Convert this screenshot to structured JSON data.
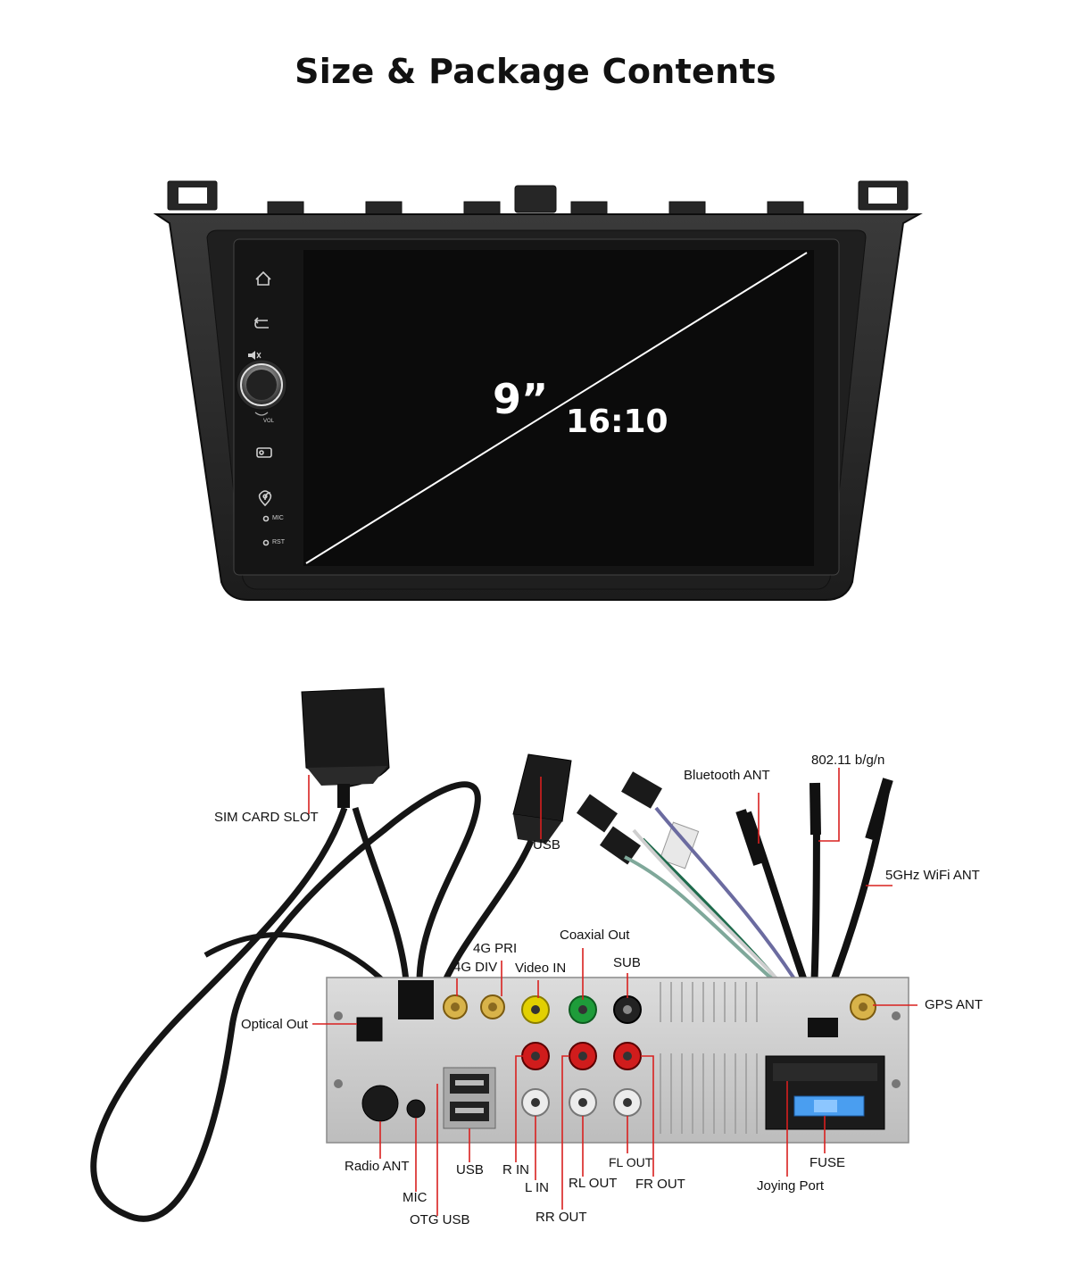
{
  "title": "Size & Package Contents",
  "screen": {
    "size": "9”",
    "ratio": "16:10",
    "side_labels": {
      "vol": "VOL",
      "mic": "MIC",
      "rst": "RST"
    },
    "icons": [
      "home-icon",
      "back-icon",
      "mute-icon",
      "radio-icon",
      "location-icon"
    ]
  },
  "labels": {
    "sim_card_slot": "SIM CARD SLOT",
    "usb_top": "USB",
    "bluetooth_ant": "Bluetooth ANT",
    "wifi_24": "802.11 b/g/n",
    "wifi_5": "5GHz WiFi ANT",
    "gps_ant": "GPS ANT",
    "coaxial_out": "Coaxial Out",
    "g4_pri": "4G PRI",
    "g4_div": "4G DIV",
    "video_in": "Video IN",
    "sub": "SUB",
    "optical_out": "Optical Out",
    "radio_ant": "Radio ANT",
    "mic": "MIC",
    "otg_usb": "OTG USB",
    "usb_bottom": "USB",
    "r_in": "R IN",
    "l_in": "L IN",
    "rr_out": "RR OUT",
    "rl_out": "RL OUT",
    "fl_out": "FL OUT",
    "fr_out": "FR OUT",
    "joying_port": "Joying Port",
    "fuse": "FUSE"
  },
  "colors": {
    "leader": "#d9201f",
    "bezel": "#232323",
    "screen": "#0b0b0b",
    "chassis": "#cfcfcf"
  }
}
